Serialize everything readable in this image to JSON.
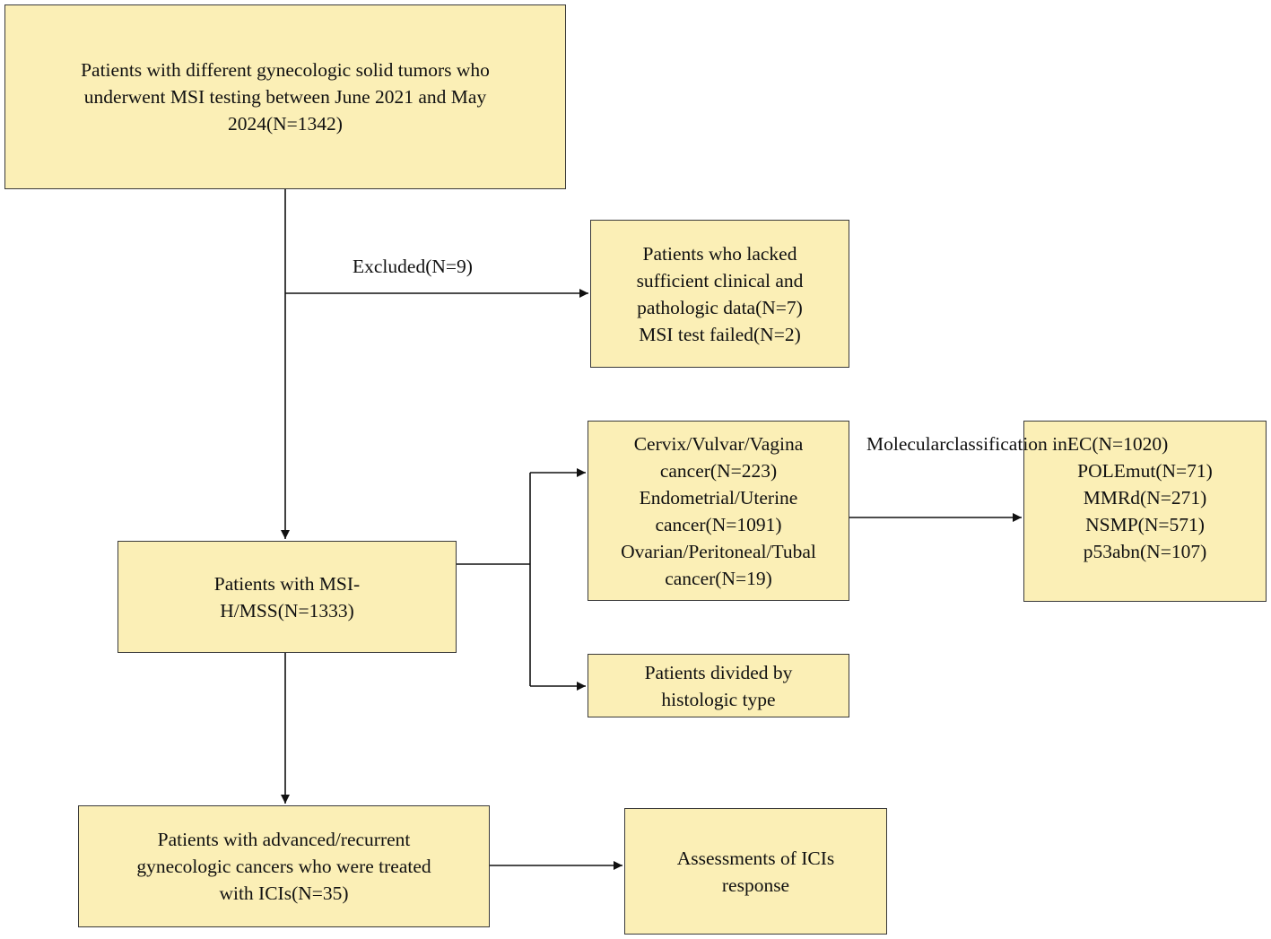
{
  "boxes": {
    "start": {
      "lines": [
        "Patients with different gynecologic solid tumors who",
        "underwent MSI testing between June 2021 and May",
        "2024(N=1342)"
      ]
    },
    "excluded": {
      "lines": [
        "Patients who lacked",
        "sufficient clinical and",
        "pathologic data(N=7)",
        "MSI test failed(N=2)"
      ]
    },
    "msi": {
      "lines": [
        "Patients with MSI-",
        "H/MSS(N=1333)"
      ]
    },
    "cancer_sites": {
      "lines": [
        "Cervix/Vulvar/Vagina",
        "cancer(N=223)",
        "Endometrial/Uterine",
        "cancer(N=1091)",
        "Ovarian/Peritoneal/Tubal",
        "cancer(N=19)"
      ]
    },
    "molecular": {
      "lines": [
        "POLEmut(N=71)",
        "MMRd(N=271)",
        "NSMP(N=571)",
        "p53abn(N=107)"
      ]
    },
    "histologic": {
      "lines": [
        "Patients divided by",
        "histologic type"
      ]
    },
    "ici_treated": {
      "lines": [
        "Patients with advanced/recurrent",
        "gynecologic cancers who were treated",
        "with ICIs(N=35)"
      ]
    },
    "assessment": {
      "lines": [
        "Assessments of ICIs",
        "response"
      ]
    }
  },
  "labels": {
    "excluded": [
      "Excluded(N=9)"
    ],
    "molecular_classification": [
      "Molecular",
      "classification in",
      "EC(N=1020)"
    ]
  },
  "colors": {
    "box_fill": "#fbefb6",
    "box_border": "#3a3a3a",
    "line": "#111111"
  }
}
